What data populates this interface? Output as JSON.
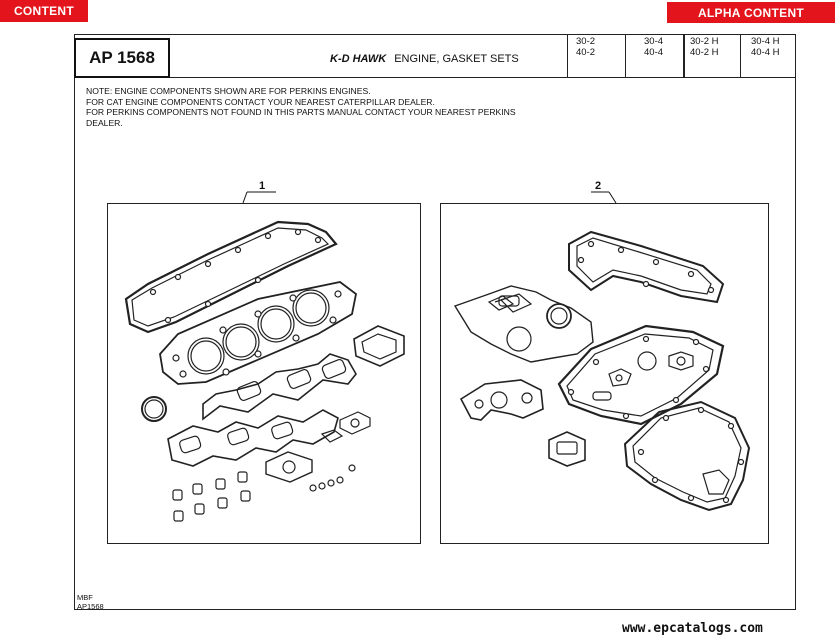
{
  "nav": {
    "content_label": "CONTENT",
    "alpha_label": "ALPHA CONTENT"
  },
  "header": {
    "code": "AP 1568",
    "brand": "K-D HAWK",
    "title": "ENGINE, GASKET SETS",
    "models": [
      [
        "30-2",
        "40-2"
      ],
      [
        "30-4",
        "40-4"
      ],
      [
        "30-2 H",
        "40-2 H"
      ],
      [
        "30-4 H",
        "40-4 H"
      ]
    ]
  },
  "note": [
    "NOTE: ENGINE COMPONENTS SHOWN ARE FOR PERKINS ENGINES.",
    "FOR CAT ENGINE COMPONENTS CONTACT YOUR NEAREST CATERPILLAR DEALER.",
    "FOR PERKINS COMPONENTS NOT FOUND IN THIS PARTS MANUAL CONTACT YOUR NEAREST PERKINS",
    "DEALER."
  ],
  "items": {
    "item1": "1",
    "item2": "2"
  },
  "footer": {
    "line1": "MBF",
    "line2": "AP1568"
  },
  "watermark": "www.epcatalogs.com",
  "colors": {
    "accent_red": "#e3141b"
  }
}
